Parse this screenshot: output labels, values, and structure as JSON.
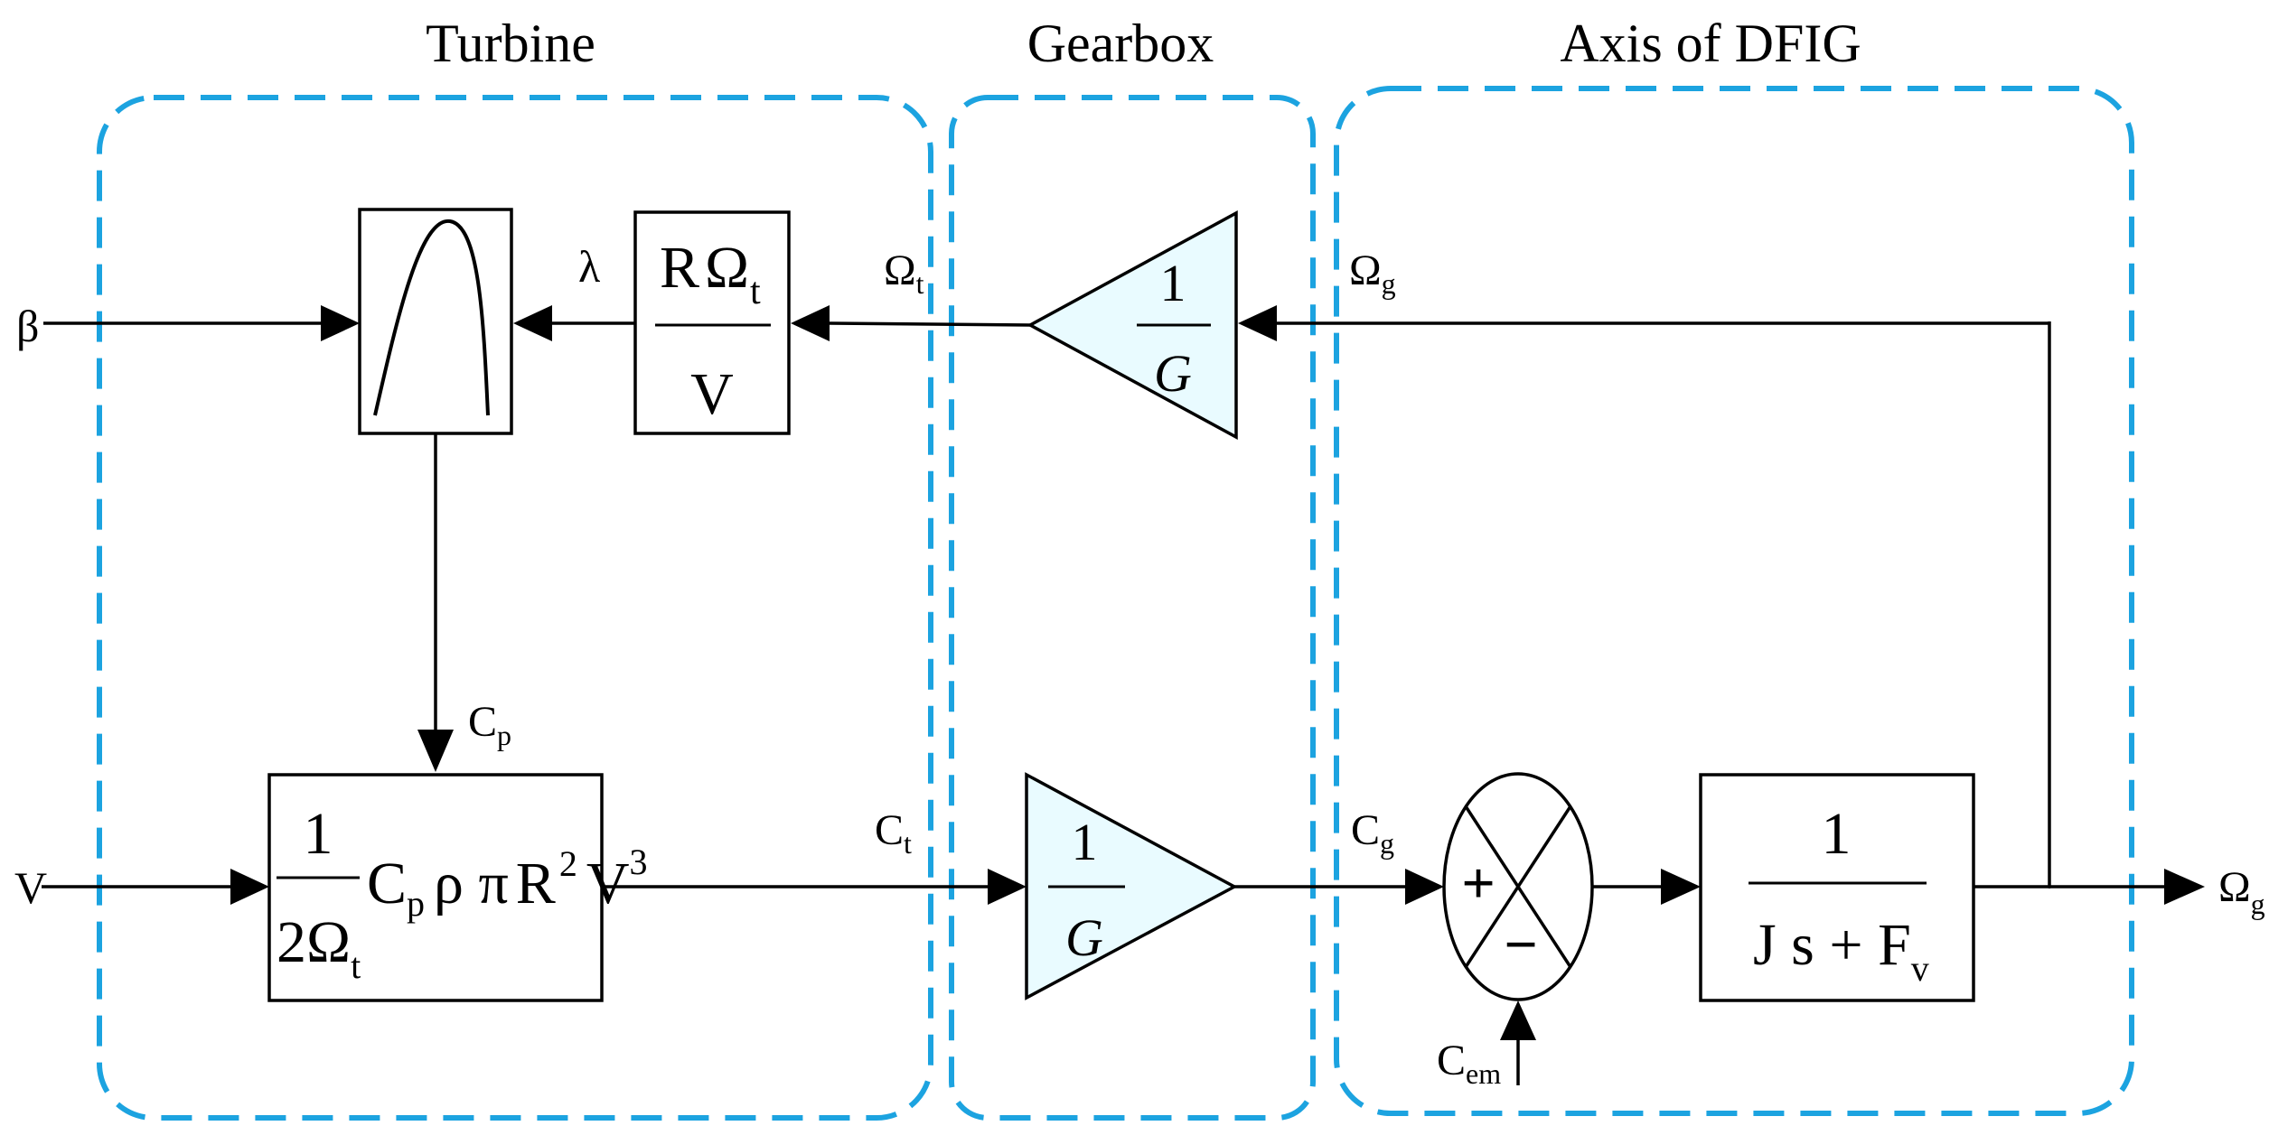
{
  "groups": {
    "turbine": "Turbine",
    "gearbox": "Gearbox",
    "dfig_axis": "Axis of DFIG"
  },
  "signals": {
    "beta": "β",
    "wind_speed": "V",
    "lambda": "λ",
    "omega_t": {
      "base": "Ω",
      "sub": "t"
    },
    "omega_g_feedback": {
      "base": "Ω",
      "sub": "g"
    },
    "omega_g_out": {
      "base": "Ω",
      "sub": "g"
    },
    "cp": {
      "base": "C",
      "sub": "p"
    },
    "ct": {
      "base": "C",
      "sub": "t"
    },
    "cg": {
      "base": "C",
      "sub": "g"
    },
    "cem": {
      "base": "C",
      "sub": "em"
    }
  },
  "blocks": {
    "tip_speed_ratio": {
      "num_r": "R",
      "num_omega": "Ω",
      "num_sub": "t",
      "den": "V"
    },
    "gain_feedback": {
      "num": "1",
      "den": "G"
    },
    "gain_forward": {
      "num": "1",
      "den": "G"
    },
    "torque": {
      "num": "1",
      "den_base": "2Ω",
      "den_sub": "t",
      "c": "C",
      "c_sub": "p",
      "rho_pi": "ρ π",
      "r": "R",
      "r_sup": "2",
      "v": "V",
      "v_sup": "3"
    },
    "summing": {
      "plus": "+",
      "minus": "−"
    },
    "mechanical": {
      "num": "1",
      "den_js": "J s + F",
      "den_sub": "v"
    }
  }
}
